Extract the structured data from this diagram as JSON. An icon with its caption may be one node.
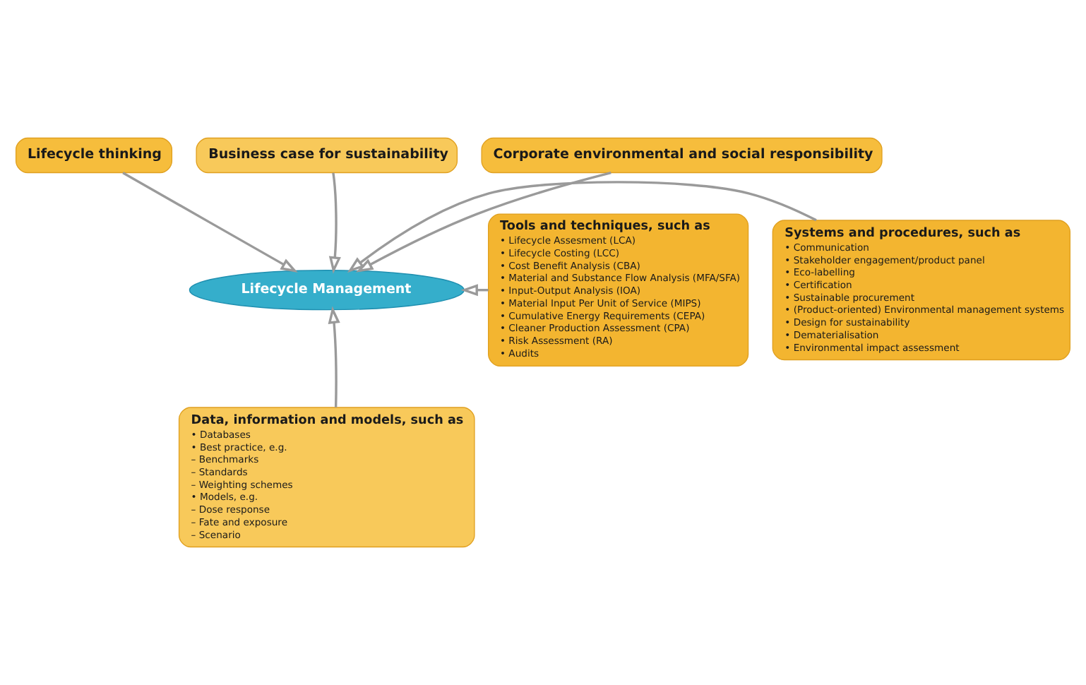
{
  "diagram": {
    "nodes": [
      {
        "text": [
          "Lifecycle thinking"
        ]
      },
      {
        "text": [
          "Business case for sustainability"
        ]
      },
      {
        "text": [
          "Corporate environmental and social responsibility"
        ]
      },
      {
        "text": [
          "Tools and techniques, such as",
          "• Lifecycle Assesment (LCA)",
          "• Lifecycle Costing (LCC)",
          "• Cost Benefit Analysis (CBA)",
          "• Material and Substance Flow Analysis (MFA/SFA)",
          "• Input-Output Analysis (IOA)",
          "• Material Input Per Unit of Service (MIPS)",
          "• Cumulative Energy Requirements (CEPA)",
          "• Cleaner Production Assessment (CPA)",
          "• Risk Assessment (RA)",
          "• Audits"
        ]
      },
      {
        "text": [
          "Lifecycle Management"
        ]
      },
      {
        "text": [
          "Systems and procedures, such as",
          "• Communication",
          "• Stakeholder engagement/product panel",
          "• Eco-labelling",
          "• Certification",
          "• Sustainable procurement",
          "• (Product-oriented) Environmental management systems",
          "• Design for sustainability",
          "• Dematerialisation",
          "• Environmental impact assessment"
        ]
      },
      {
        "text": [
          "Data, information and models, such as",
          "• Databases",
          "• Best practice, e.g.",
          "– Benchmarks",
          "– Standards",
          "– Weighting schemes",
          "• Models, e.g.",
          "– Dose response",
          "– Fate and exposure",
          "– Scenario"
        ]
      }
    ],
    "edges": [
      {
        "from": 0,
        "to": 4,
        "arrow": "to"
      },
      {
        "from": 1,
        "to": 4,
        "arrow": "to"
      },
      {
        "from": 2,
        "to": 4,
        "arrow": "to"
      },
      {
        "from": 3,
        "to": 4,
        "arrow": "to"
      },
      {
        "from": 5,
        "to": 4,
        "arrow": "to"
      },
      {
        "from": 6,
        "to": 4,
        "arrow": "to"
      }
    ]
  }
}
